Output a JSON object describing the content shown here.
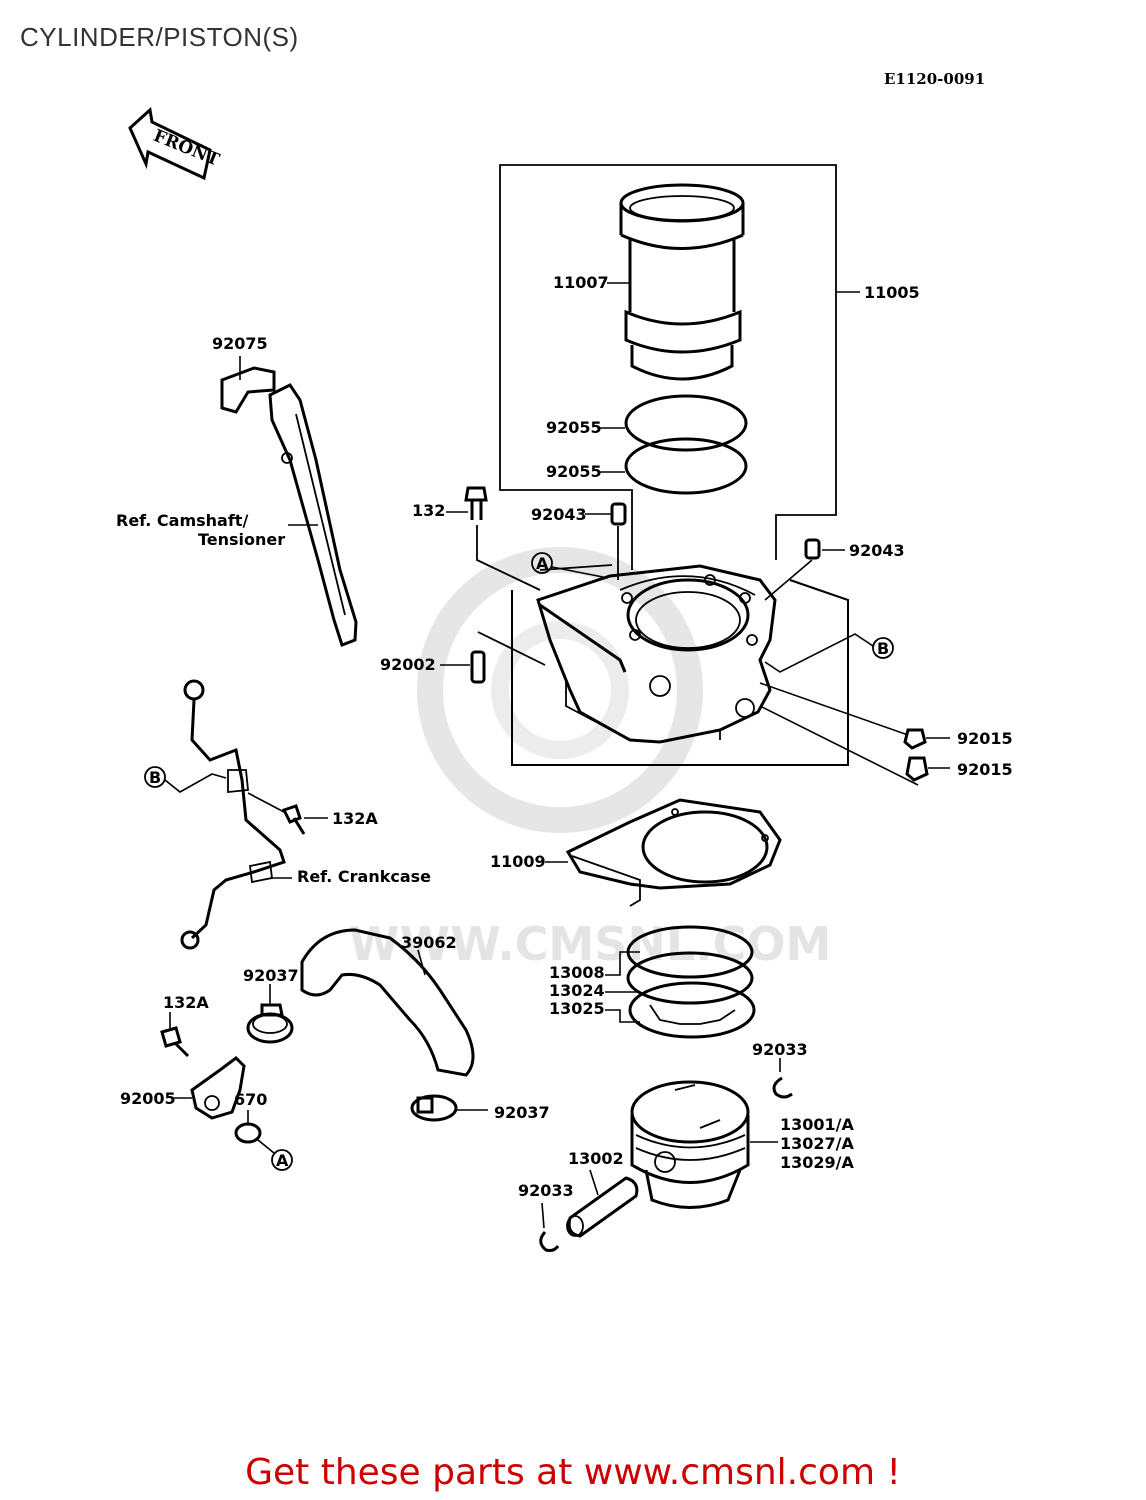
{
  "title": "CYLINDER/PISTON(S)",
  "diagram_code": "E1120-0091",
  "front_label": "FRONT",
  "footer": {
    "text": "Get these parts at www.cmsnl.com !",
    "color": "#cc0000"
  },
  "watermark": {
    "text": "WWW.CMSNL.COM",
    "color": "#e4e4e4"
  },
  "ref_labels": {
    "camshaft_1": "Ref. Camshaft/",
    "camshaft_2": "Tensioner",
    "crankcase": "Ref. Crankcase"
  },
  "callouts": {
    "a": "A",
    "b": "B"
  },
  "parts": {
    "p11007": "11007",
    "p11005": "11005",
    "p92075": "92075",
    "p92055_top": "92055",
    "p92055_bot": "92055",
    "p132": "132",
    "p92043_left": "92043",
    "p92043_right": "92043",
    "p92002": "92002",
    "p92015_top": "92015",
    "p92015_bot": "92015",
    "p132A_top": "132A",
    "p11009": "11009",
    "p39062": "39062",
    "p92037_top": "92037",
    "p13008": "13008",
    "p13024": "13024",
    "p13025": "13025",
    "p132A_bot": "132A",
    "p92033_right": "92033",
    "p92005": "92005",
    "p670": "670",
    "p92037_bot": "92037",
    "p13001": "13001/A",
    "p13027": "13027/A",
    "p13029": "13029/A",
    "p13002": "13002",
    "p92033_left": "92033"
  }
}
